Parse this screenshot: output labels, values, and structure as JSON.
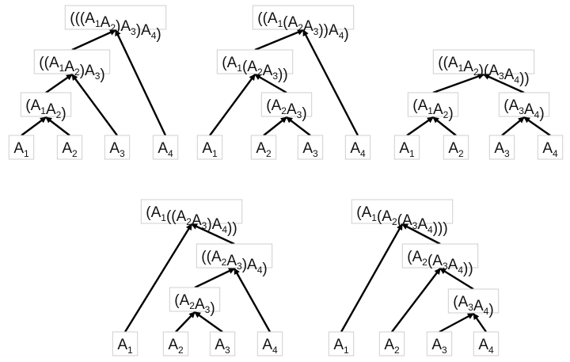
{
  "style": {
    "edge_color": "#000000",
    "box_border_color": "#cfcfcf",
    "text_color": "#111111"
  },
  "trees": [
    {
      "name": "tree-1",
      "nodes": [
        {
          "id": "a1",
          "segs": [
            [
              "A",
              ""
            ],
            [
              "",
              "1"
            ]
          ]
        },
        {
          "id": "a2",
          "segs": [
            [
              "A",
              ""
            ],
            [
              "",
              "2"
            ]
          ]
        },
        {
          "id": "a3",
          "segs": [
            [
              "A",
              ""
            ],
            [
              "",
              "3"
            ]
          ]
        },
        {
          "id": "a4",
          "segs": [
            [
              "A",
              ""
            ],
            [
              "",
              "4"
            ]
          ]
        },
        {
          "id": "p12",
          "segs": [
            [
              "(A",
              ""
            ],
            [
              "",
              "1"
            ],
            [
              "A",
              ""
            ],
            [
              "",
              "2"
            ],
            [
              ")",
              ""
            ]
          ]
        },
        {
          "id": "p12_3",
          "segs": [
            [
              "((A",
              ""
            ],
            [
              "",
              "1"
            ],
            [
              "A",
              ""
            ],
            [
              "",
              "2"
            ],
            [
              ")A",
              ""
            ],
            [
              "",
              "3"
            ],
            [
              ")",
              ""
            ]
          ]
        },
        {
          "id": "root",
          "segs": [
            [
              "(((A",
              ""
            ],
            [
              "",
              "1"
            ],
            [
              "A",
              ""
            ],
            [
              "",
              "2"
            ],
            [
              ")A",
              ""
            ],
            [
              "",
              "3"
            ],
            [
              ")A",
              ""
            ],
            [
              "",
              "4"
            ],
            [
              ")",
              ""
            ]
          ]
        }
      ],
      "edges": [
        [
          "a1",
          "p12"
        ],
        [
          "a2",
          "p12"
        ],
        [
          "p12",
          "p12_3"
        ],
        [
          "a3",
          "p12_3"
        ],
        [
          "p12_3",
          "root"
        ],
        [
          "a4",
          "root"
        ]
      ]
    },
    {
      "name": "tree-2",
      "nodes": [
        {
          "id": "a1",
          "segs": [
            [
              "A",
              ""
            ],
            [
              "",
              "1"
            ]
          ]
        },
        {
          "id": "a2",
          "segs": [
            [
              "A",
              ""
            ],
            [
              "",
              "2"
            ]
          ]
        },
        {
          "id": "a3",
          "segs": [
            [
              "A",
              ""
            ],
            [
              "",
              "3"
            ]
          ]
        },
        {
          "id": "a4",
          "segs": [
            [
              "A",
              ""
            ],
            [
              "",
              "4"
            ]
          ]
        },
        {
          "id": "p23",
          "segs": [
            [
              "(A",
              ""
            ],
            [
              "",
              "2"
            ],
            [
              "A",
              ""
            ],
            [
              "",
              "3"
            ],
            [
              ")",
              ""
            ]
          ]
        },
        {
          "id": "p1_23",
          "segs": [
            [
              "(A",
              ""
            ],
            [
              "",
              "1"
            ],
            [
              "(A",
              ""
            ],
            [
              "",
              "2"
            ],
            [
              "A",
              ""
            ],
            [
              "",
              "3"
            ],
            [
              "))",
              ""
            ]
          ]
        },
        {
          "id": "root",
          "segs": [
            [
              "((A",
              ""
            ],
            [
              "",
              "1"
            ],
            [
              "(A",
              ""
            ],
            [
              "",
              "2"
            ],
            [
              "A",
              ""
            ],
            [
              "",
              "3"
            ],
            [
              "))A",
              ""
            ],
            [
              "",
              "4"
            ],
            [
              ")",
              ""
            ]
          ]
        }
      ],
      "edges": [
        [
          "a2",
          "p23"
        ],
        [
          "a3",
          "p23"
        ],
        [
          "a1",
          "p1_23"
        ],
        [
          "p23",
          "p1_23"
        ],
        [
          "p1_23",
          "root"
        ],
        [
          "a4",
          "root"
        ]
      ]
    },
    {
      "name": "tree-3",
      "nodes": [
        {
          "id": "a1",
          "segs": [
            [
              "A",
              ""
            ],
            [
              "",
              "1"
            ]
          ]
        },
        {
          "id": "a2",
          "segs": [
            [
              "A",
              ""
            ],
            [
              "",
              "2"
            ]
          ]
        },
        {
          "id": "a3",
          "segs": [
            [
              "A",
              ""
            ],
            [
              "",
              "3"
            ]
          ]
        },
        {
          "id": "a4",
          "segs": [
            [
              "A",
              ""
            ],
            [
              "",
              "4"
            ]
          ]
        },
        {
          "id": "p12",
          "segs": [
            [
              "(A",
              ""
            ],
            [
              "",
              "1"
            ],
            [
              "A",
              ""
            ],
            [
              "",
              "2"
            ],
            [
              ")",
              ""
            ]
          ]
        },
        {
          "id": "p34",
          "segs": [
            [
              "(A",
              ""
            ],
            [
              "",
              "3"
            ],
            [
              "A",
              ""
            ],
            [
              "",
              "4"
            ],
            [
              ")",
              ""
            ]
          ]
        },
        {
          "id": "root",
          "segs": [
            [
              "((A",
              ""
            ],
            [
              "",
              "1"
            ],
            [
              "A",
              ""
            ],
            [
              "",
              "2"
            ],
            [
              ")(A",
              ""
            ],
            [
              "",
              "3"
            ],
            [
              "A",
              ""
            ],
            [
              "",
              "4"
            ],
            [
              "))",
              ""
            ]
          ]
        }
      ],
      "edges": [
        [
          "a1",
          "p12"
        ],
        [
          "a2",
          "p12"
        ],
        [
          "a3",
          "p34"
        ],
        [
          "a4",
          "p34"
        ],
        [
          "p12",
          "root"
        ],
        [
          "p34",
          "root"
        ]
      ]
    },
    {
      "name": "tree-4",
      "nodes": [
        {
          "id": "a1",
          "segs": [
            [
              "A",
              ""
            ],
            [
              "",
              "1"
            ]
          ]
        },
        {
          "id": "a2",
          "segs": [
            [
              "A",
              ""
            ],
            [
              "",
              "2"
            ]
          ]
        },
        {
          "id": "a3",
          "segs": [
            [
              "A",
              ""
            ],
            [
              "",
              "3"
            ]
          ]
        },
        {
          "id": "a4",
          "segs": [
            [
              "A",
              ""
            ],
            [
              "",
              "4"
            ]
          ]
        },
        {
          "id": "p23",
          "segs": [
            [
              "(A",
              ""
            ],
            [
              "",
              "2"
            ],
            [
              "A",
              ""
            ],
            [
              "",
              "3"
            ],
            [
              ")",
              ""
            ]
          ]
        },
        {
          "id": "p23_4",
          "segs": [
            [
              "((A",
              ""
            ],
            [
              "",
              "2"
            ],
            [
              "A",
              ""
            ],
            [
              "",
              "3"
            ],
            [
              ")A",
              ""
            ],
            [
              "",
              "4"
            ],
            [
              ")",
              ""
            ]
          ]
        },
        {
          "id": "root",
          "segs": [
            [
              "(A",
              ""
            ],
            [
              "",
              "1"
            ],
            [
              "((A",
              ""
            ],
            [
              "",
              "2"
            ],
            [
              "A",
              ""
            ],
            [
              "",
              "3"
            ],
            [
              ")A",
              ""
            ],
            [
              "",
              "4"
            ],
            [
              "))",
              ""
            ]
          ]
        }
      ],
      "edges": [
        [
          "a2",
          "p23"
        ],
        [
          "a3",
          "p23"
        ],
        [
          "p23",
          "p23_4"
        ],
        [
          "a4",
          "p23_4"
        ],
        [
          "a1",
          "root"
        ],
        [
          "p23_4",
          "root"
        ]
      ]
    },
    {
      "name": "tree-5",
      "nodes": [
        {
          "id": "a1",
          "segs": [
            [
              "A",
              ""
            ],
            [
              "",
              "1"
            ]
          ]
        },
        {
          "id": "a2",
          "segs": [
            [
              "A",
              ""
            ],
            [
              "",
              "2"
            ]
          ]
        },
        {
          "id": "a3",
          "segs": [
            [
              "A",
              ""
            ],
            [
              "",
              "3"
            ]
          ]
        },
        {
          "id": "a4",
          "segs": [
            [
              "A",
              ""
            ],
            [
              "",
              "4"
            ]
          ]
        },
        {
          "id": "p34",
          "segs": [
            [
              "(A",
              ""
            ],
            [
              "",
              "3"
            ],
            [
              "A",
              ""
            ],
            [
              "",
              "4"
            ],
            [
              ")",
              ""
            ]
          ]
        },
        {
          "id": "p2_34",
          "segs": [
            [
              "(A",
              ""
            ],
            [
              "",
              "2"
            ],
            [
              "(A",
              ""
            ],
            [
              "",
              "3"
            ],
            [
              "A",
              ""
            ],
            [
              "",
              "4"
            ],
            [
              "))",
              ""
            ]
          ]
        },
        {
          "id": "root",
          "segs": [
            [
              "(A",
              ""
            ],
            [
              "",
              "1"
            ],
            [
              "(A",
              ""
            ],
            [
              "",
              "2"
            ],
            [
              "(A",
              ""
            ],
            [
              "",
              "3"
            ],
            [
              "A",
              ""
            ],
            [
              "",
              "4"
            ],
            [
              ")))",
              ""
            ]
          ]
        }
      ],
      "edges": [
        [
          "a3",
          "p34"
        ],
        [
          "a4",
          "p34"
        ],
        [
          "a2",
          "p2_34"
        ],
        [
          "p34",
          "p2_34"
        ],
        [
          "a1",
          "root"
        ],
        [
          "p2_34",
          "root"
        ]
      ]
    }
  ]
}
